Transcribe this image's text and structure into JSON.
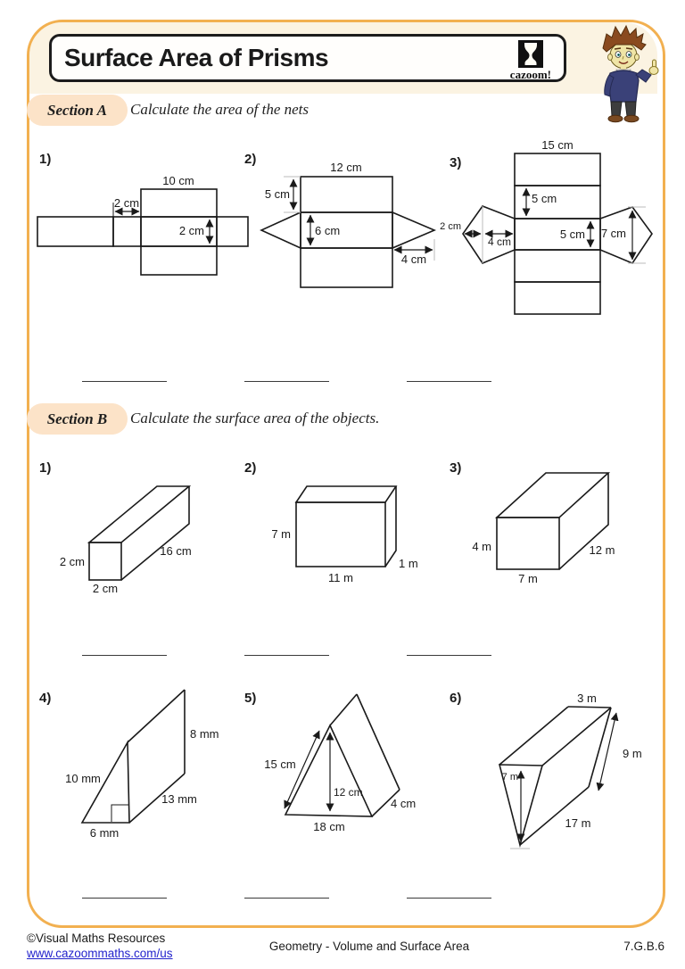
{
  "header": {
    "title": "Surface Area of Prisms",
    "logo_text": "cazoom!"
  },
  "sectionA": {
    "label": "Section A",
    "instruction": "Calculate the area of the nets",
    "problems": [
      {
        "number": "1)",
        "labels": {
          "top": "10 cm",
          "width": "2 cm",
          "height": "2 cm"
        }
      },
      {
        "number": "2)",
        "labels": {
          "top": "12 cm",
          "side": "5 cm",
          "middle": "6 cm",
          "base": "4 cm"
        }
      },
      {
        "number": "3)",
        "labels": {
          "top": "15 cm",
          "upper": "5 cm",
          "middle": "5 cm",
          "small": "2 cm",
          "base": "4 cm",
          "right": "7 cm"
        }
      }
    ]
  },
  "sectionB": {
    "label": "Section B",
    "instruction": "Calculate the surface area of the objects.",
    "problems": [
      {
        "number": "1)",
        "labels": {
          "height": "2 cm",
          "width": "2 cm",
          "length": "16 cm"
        }
      },
      {
        "number": "2)",
        "labels": {
          "height": "7 m",
          "width": "11 m",
          "depth": "1 m"
        }
      },
      {
        "number": "3)",
        "labels": {
          "height": "4 m",
          "width": "7 m",
          "depth": "12 m"
        }
      },
      {
        "number": "4)",
        "labels": {
          "hypotenuse": "10 mm",
          "base": "6 mm",
          "length": "13 mm",
          "height": "8 mm"
        }
      },
      {
        "number": "5)",
        "labels": {
          "slant": "15 cm",
          "height": "12 cm",
          "base": "18 cm",
          "depth": "4 cm"
        }
      },
      {
        "number": "6)",
        "labels": {
          "top": "3 m",
          "slant": "9 m",
          "height": "7 m",
          "length": "17 m"
        }
      }
    ]
  },
  "footer": {
    "copyright": "©Visual Maths Resources",
    "url": "www.cazoommaths.com/us",
    "center": "Geometry - Volume and Surface Area",
    "code": "7.G.B.6"
  },
  "colors": {
    "border": "#f2b050",
    "section_label_bg": "#fce3c8",
    "header_band_bg": "#fbf3e2",
    "link": "#2222cc",
    "line": "#1a1a1a"
  }
}
